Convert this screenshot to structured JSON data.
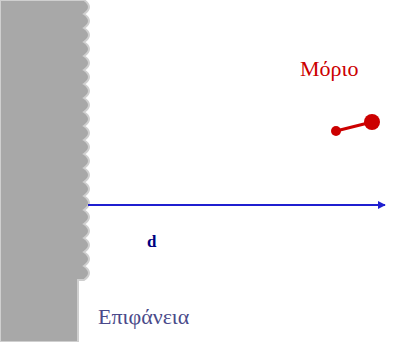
{
  "diagram": {
    "labels": [
      "Μόριο",
      "d",
      "Επιφάνεια"
    ]
  }
}
